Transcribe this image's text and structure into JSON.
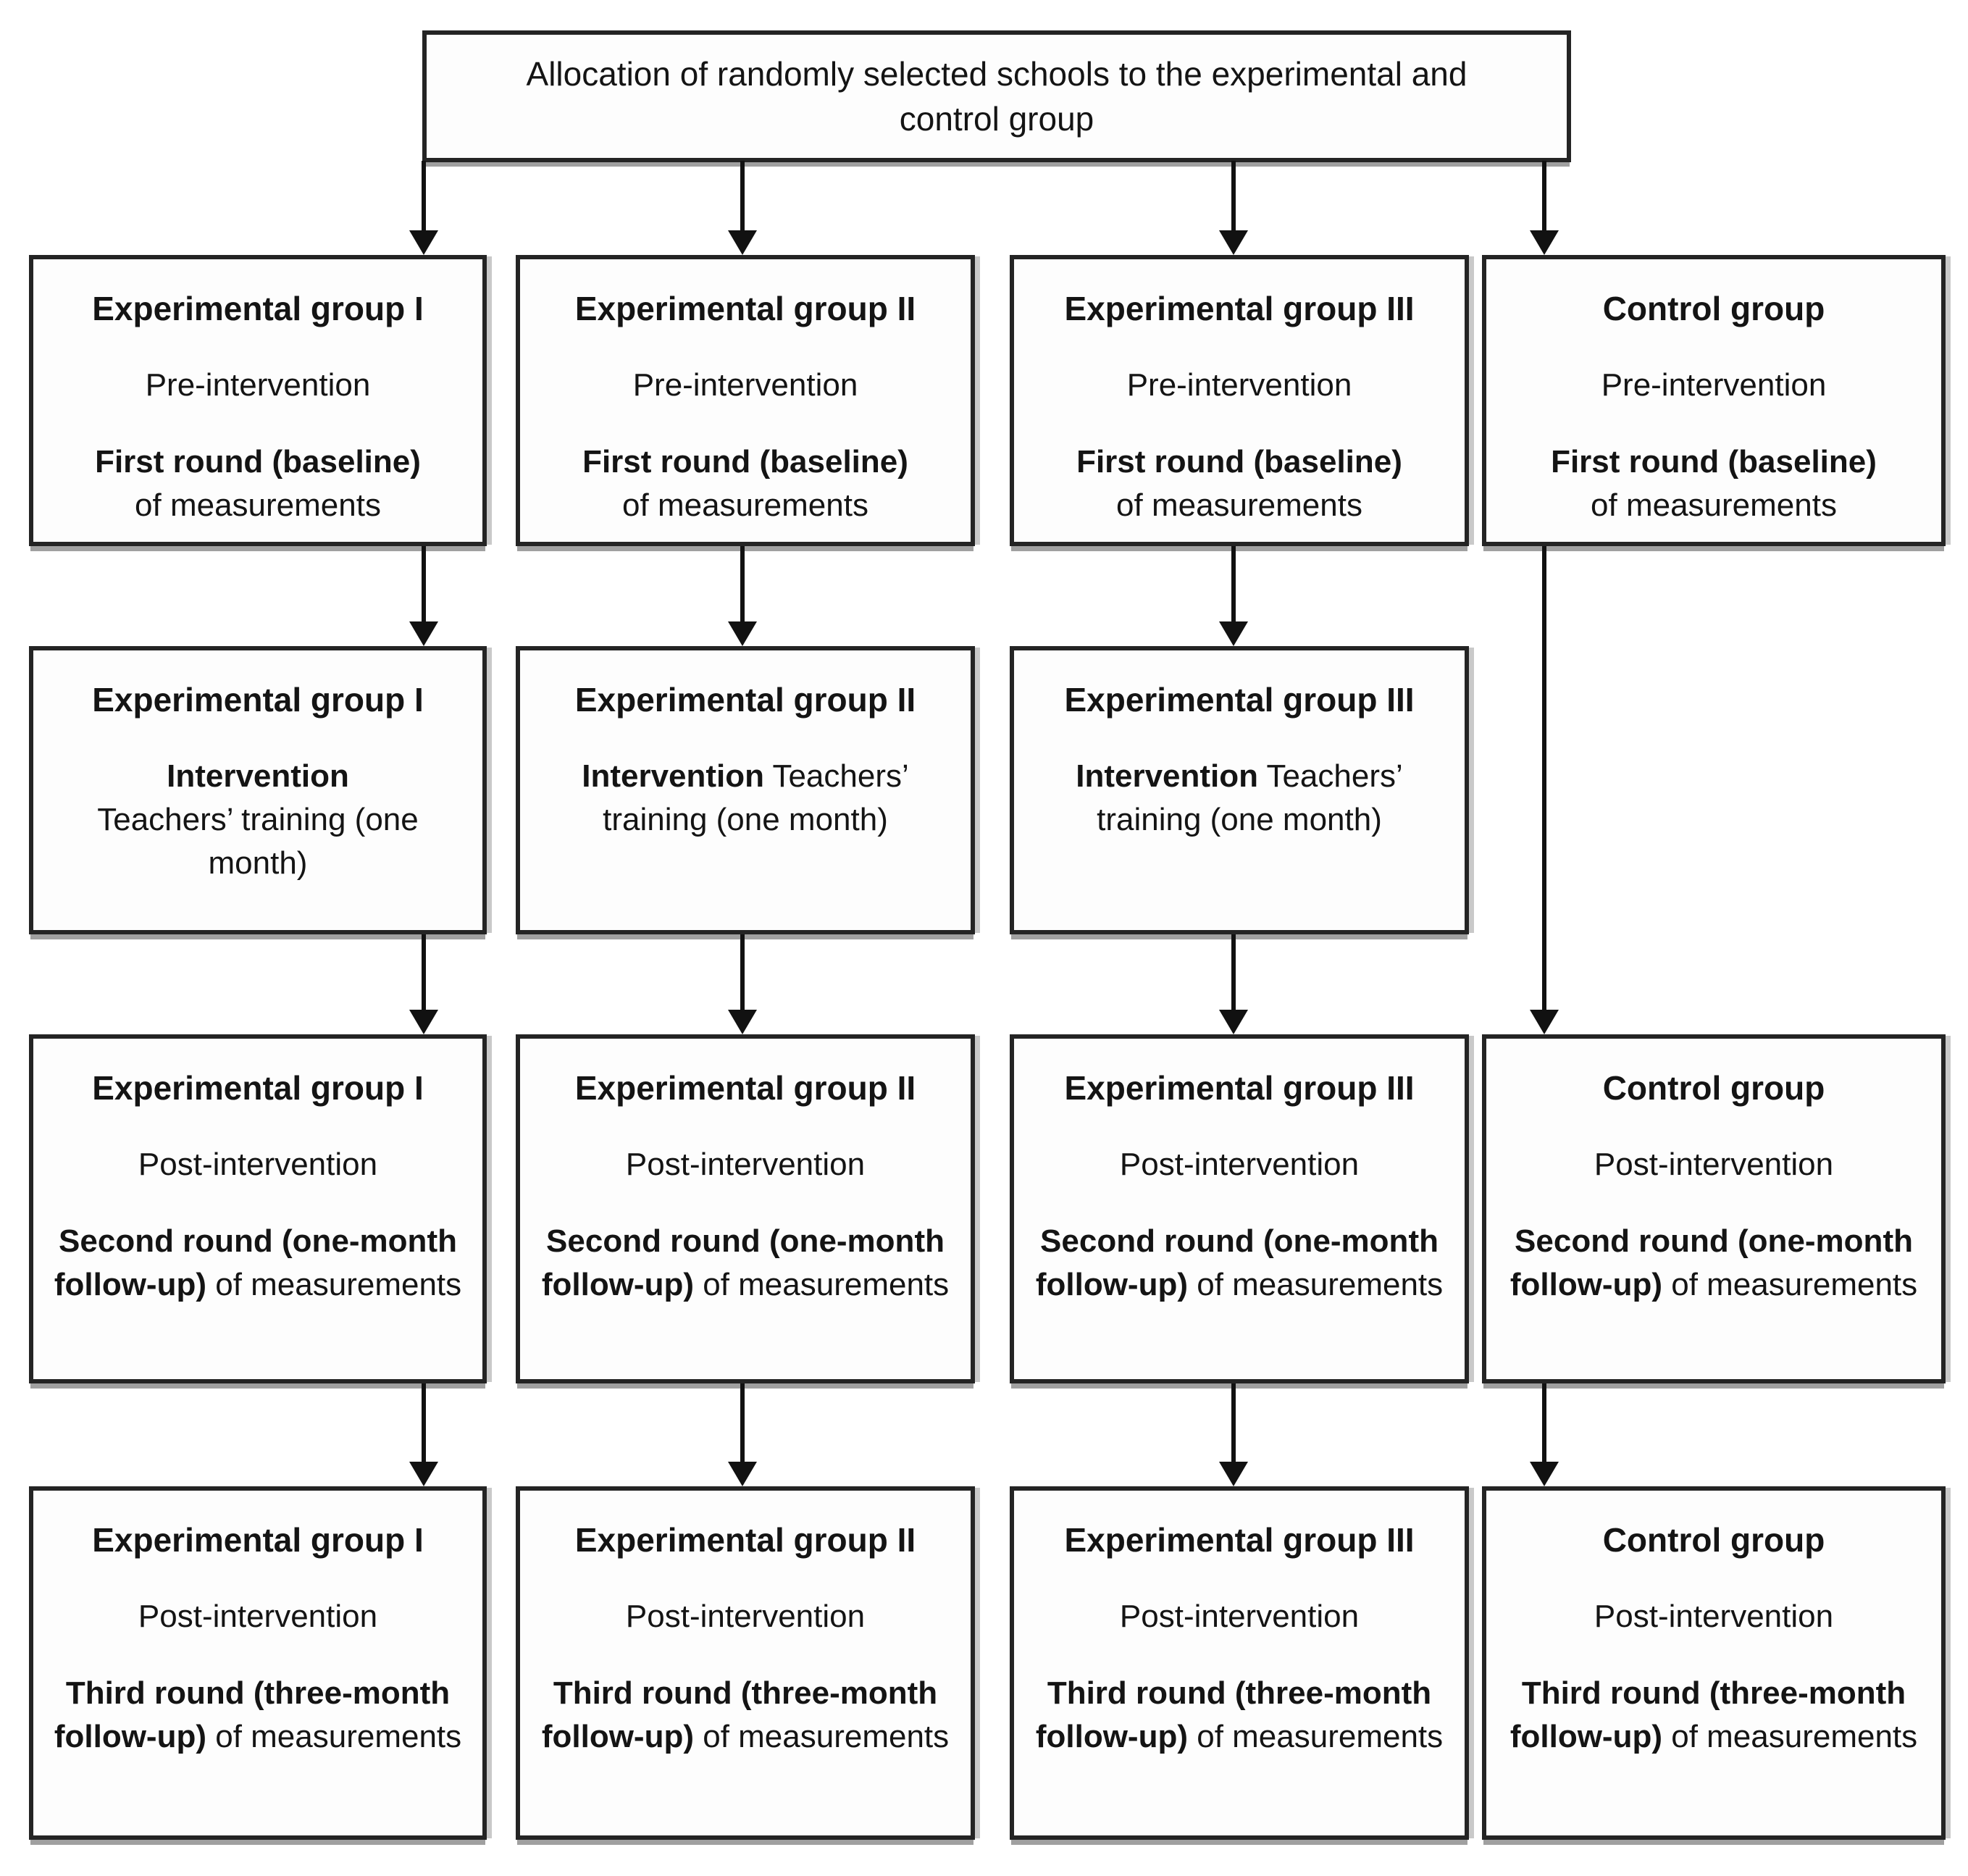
{
  "diagram": {
    "top_box": "Allocation of randomly selected schools to the experimental and control group",
    "boxes": {
      "r1c1": {
        "header": "Experimental group I",
        "line1": "Pre-intervention",
        "bold": "First round (baseline)",
        "tail": "of measurements"
      },
      "r1c2": {
        "header": "Experimental group II",
        "line1": "Pre-intervention",
        "bold": "First round (baseline)",
        "tail": "of measurements"
      },
      "r1c3": {
        "header": "Experimental group III",
        "line1": "Pre-intervention",
        "bold": "First round (baseline)",
        "tail": "of measurements"
      },
      "r1c4": {
        "header": "Control group",
        "line1": "Pre-intervention",
        "bold": "First round (baseline)",
        "tail": "of measurements"
      },
      "r2c1": {
        "header": "Experimental group I",
        "bold": "Intervention",
        "tail": "Teachers’ training (one month)"
      },
      "r2c2": {
        "header": "Experimental group II",
        "bold": "Intervention",
        "tail": "Teachers’ training (one month)"
      },
      "r2c3": {
        "header": "Experimental group III",
        "bold": "Intervention",
        "tail": "Teachers’ training (one month)"
      },
      "r3c1": {
        "header": "Experimental group I",
        "line1": "Post-intervention",
        "bold": "Second round (one-month follow-up)",
        "tail": "of measurements"
      },
      "r3c2": {
        "header": "Experimental group II",
        "line1": "Post-intervention",
        "bold": "Second round (one-month follow-up)",
        "tail": "of measurements"
      },
      "r3c3": {
        "header": "Experimental group III",
        "line1": "Post-intervention",
        "bold": "Second round (one-month follow-up)",
        "tail": "of measurements"
      },
      "r3c4": {
        "header": "Control group",
        "line1": "Post-intervention",
        "bold": "Second round (one-month follow-up)",
        "tail": "of measurements"
      },
      "r4c1": {
        "header": "Experimental group I",
        "line1": "Post-intervention",
        "bold": "Third round (three-month follow-up)",
        "tail": "of measurements"
      },
      "r4c2": {
        "header": "Experimental group II",
        "line1": "Post-intervention",
        "bold": "Third round (three-month follow-up)",
        "tail": "of measurements"
      },
      "r4c3": {
        "header": "Experimental group III",
        "line1": "Post-intervention",
        "bold": "Third round (three-month follow-up)",
        "tail": "of measurements"
      },
      "r4c4": {
        "header": "Control group",
        "line1": "Post-intervention",
        "bold": "Third round (three-month follow-up)",
        "tail": "of measurements"
      }
    }
  }
}
